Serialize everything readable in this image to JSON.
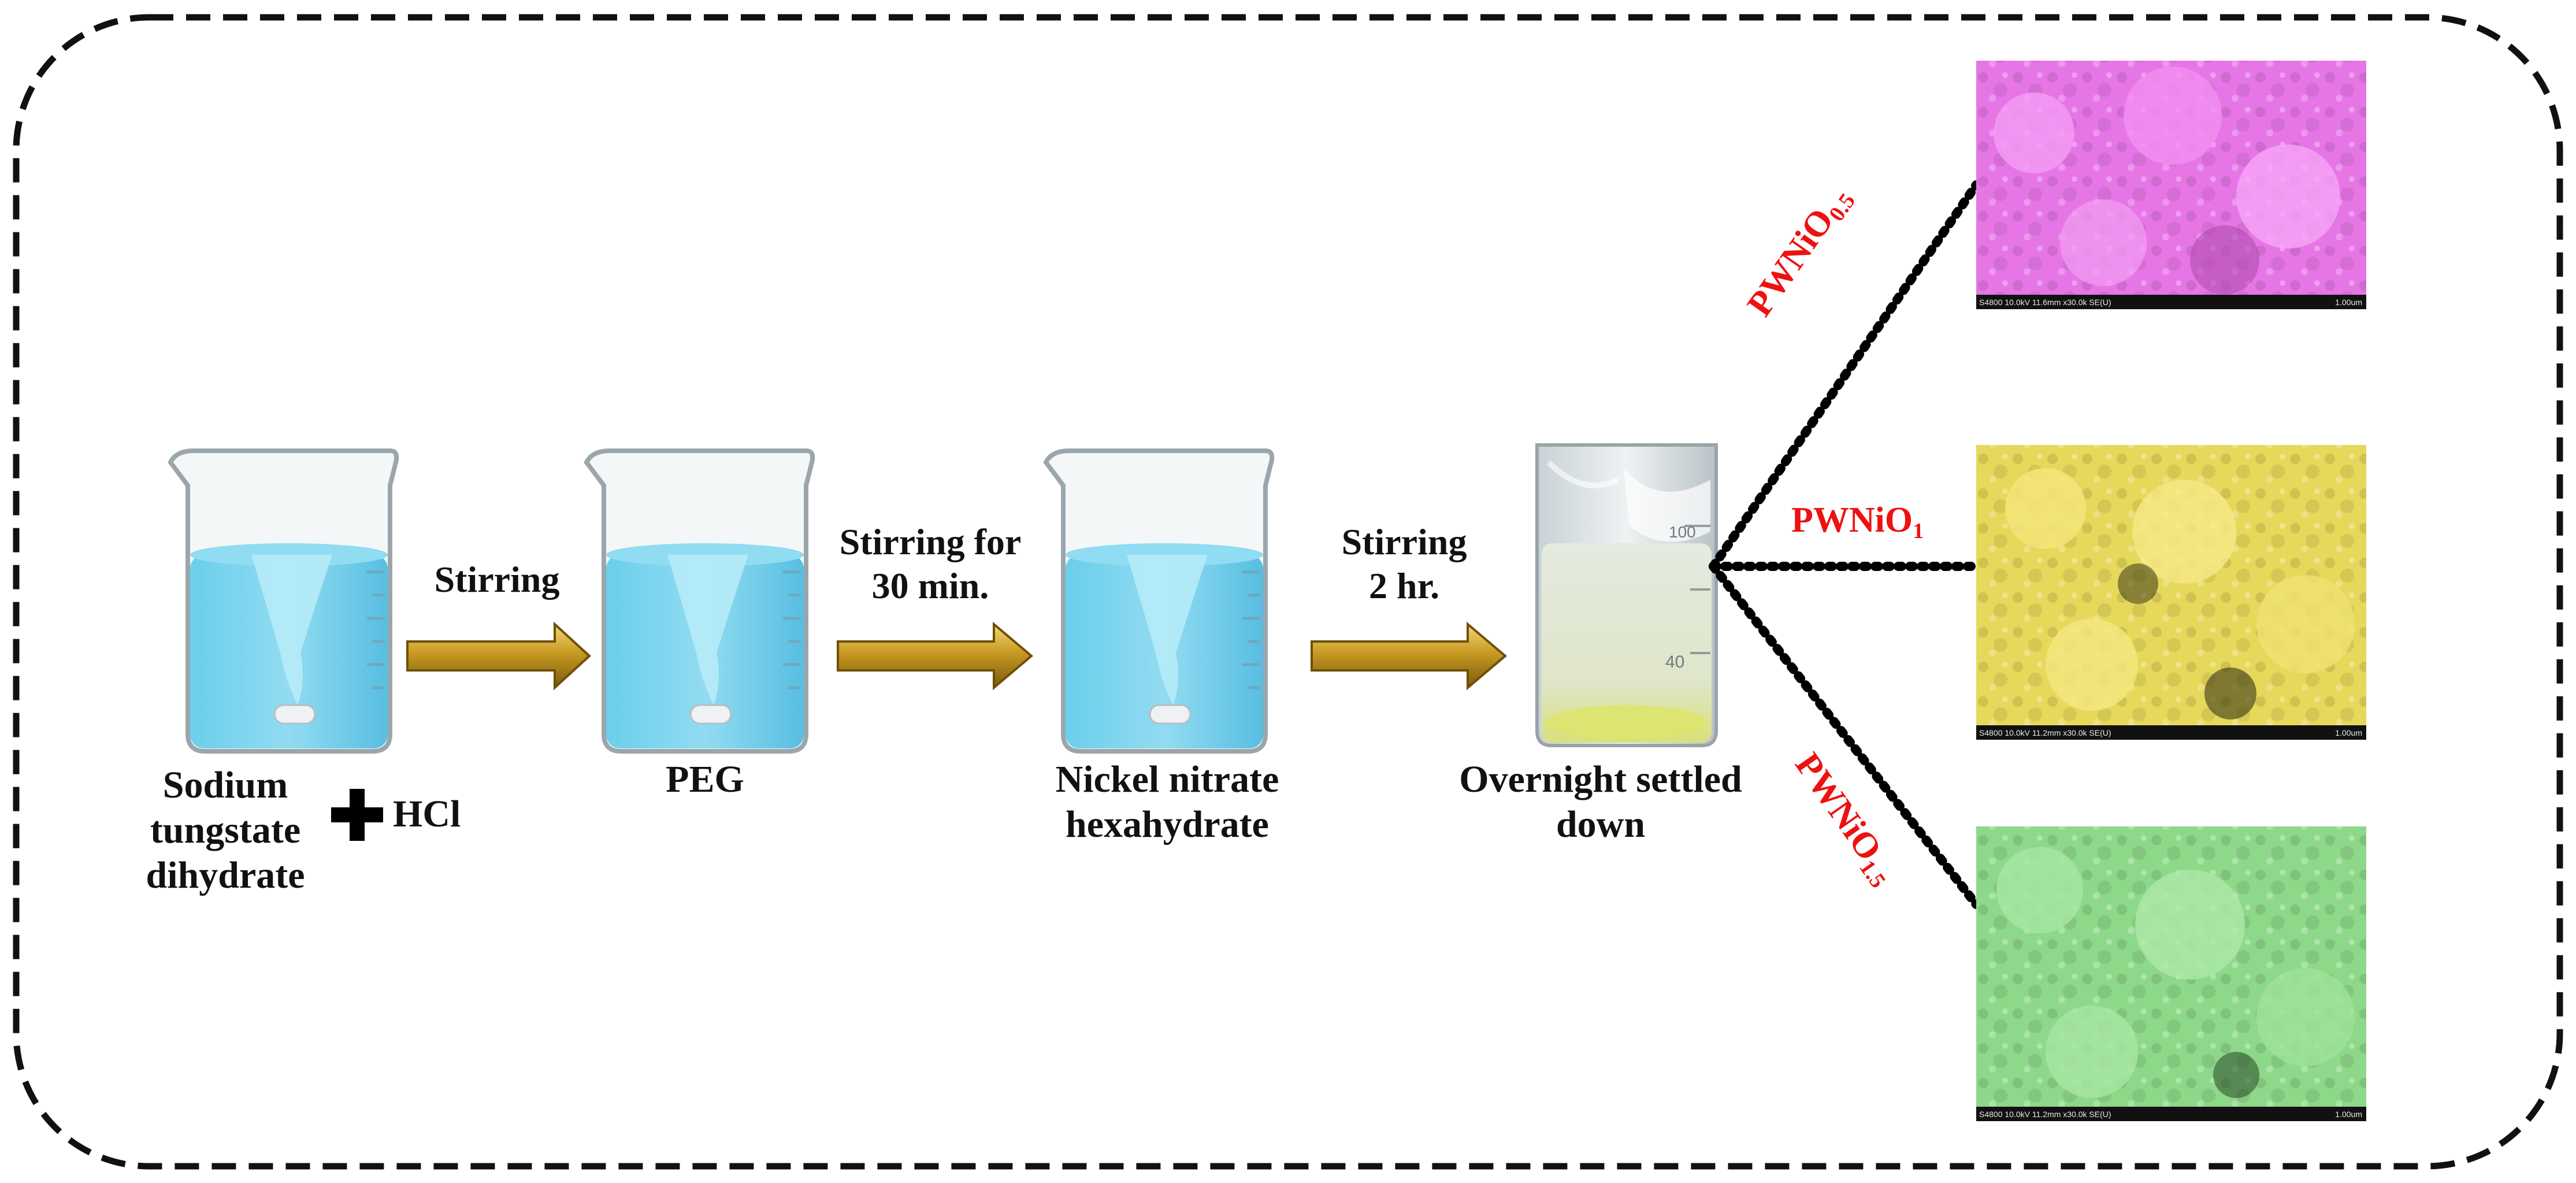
{
  "steps": [
    {
      "label_lines": [
        "Sodium",
        "tungstate",
        "dihydrate"
      ]
    },
    {
      "label_lines": [
        "PEG"
      ]
    },
    {
      "label_lines": [
        "Nickel nitrate",
        "hexahydrate"
      ]
    },
    {
      "label_lines": [
        "Overnight settled",
        "down"
      ]
    }
  ],
  "plus_label": "HCl",
  "arrows": [
    {
      "label_lines": [
        "Stirring"
      ]
    },
    {
      "label_lines": [
        "Stirring for",
        "30 min."
      ]
    },
    {
      "label_lines": [
        "Stirring",
        "2 hr."
      ]
    }
  ],
  "beaker_graduations": [
    "100",
    "40"
  ],
  "products": [
    {
      "base": "PWNiO",
      "sub": "0.5",
      "color": "#e676e6",
      "sem_caption": "S4800 10.0kV 11.6mm x30.0k SE(U)",
      "scale_bar": "1.00um"
    },
    {
      "base": "PWNiO",
      "sub": "1",
      "color": "#e6d85a",
      "sem_caption": "S4800 10.0kV 11.2mm x30.0k SE(U)",
      "scale_bar": "1.00um"
    },
    {
      "base": "PWNiO",
      "sub": "1.5",
      "color": "#8ed88a",
      "sem_caption": "S4800 10.0kV 11.2mm x30.0k SE(U)",
      "scale_bar": "1.00um"
    }
  ],
  "colors": {
    "label_red": "#ee1111",
    "water": "#4fc3e6",
    "arrow_gold": "#b8901a"
  }
}
